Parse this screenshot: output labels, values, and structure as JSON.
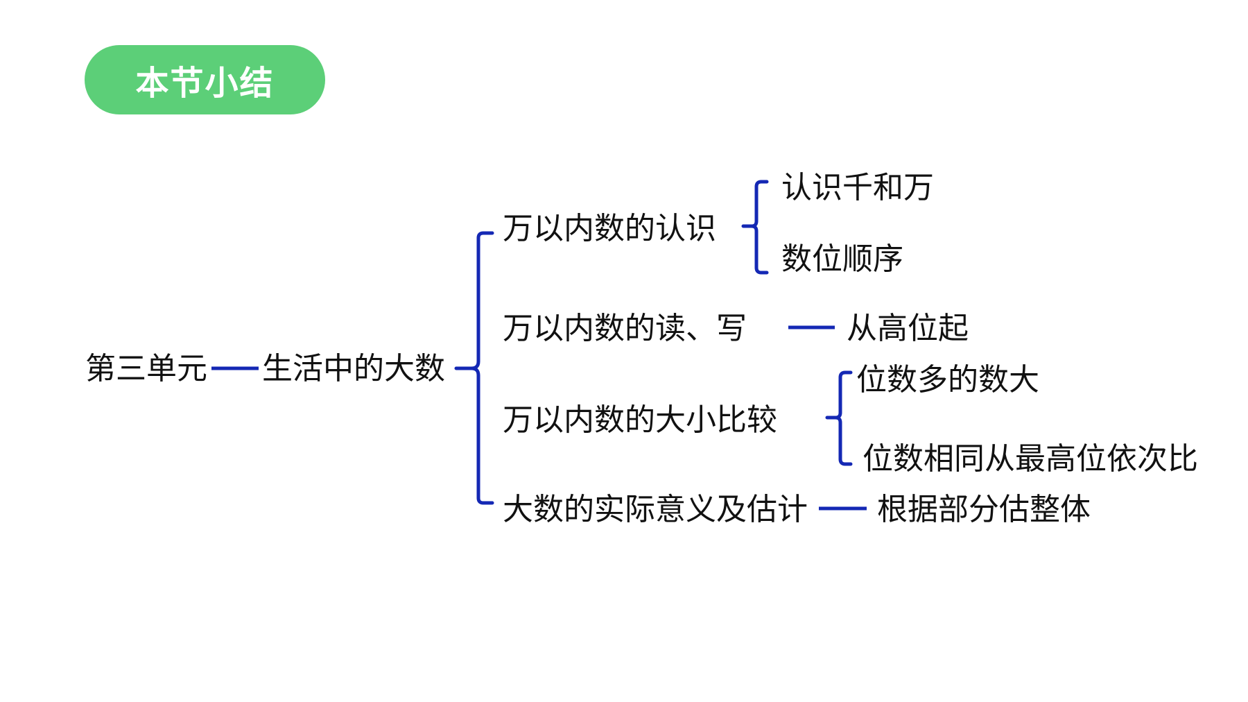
{
  "header": {
    "title": "本节小结"
  },
  "mindmap": {
    "root_label": "第三单元",
    "topic": "生活中的大数",
    "branches": [
      {
        "label": "万以内数的认识",
        "children": [
          "认识千和万",
          "数位顺序"
        ]
      },
      {
        "label": "万以内数的读、写",
        "children": [
          "从高位起"
        ]
      },
      {
        "label": "万以内数的大小比较",
        "children": [
          "位数多的数大",
          "位数相同从最高位依次比"
        ]
      },
      {
        "label": "大数的实际意义及估计",
        "children": [
          "根据部分估整体"
        ]
      }
    ]
  },
  "colors": {
    "accent": "#5ccf78",
    "connector": "#1428b4",
    "text": "#111111"
  }
}
